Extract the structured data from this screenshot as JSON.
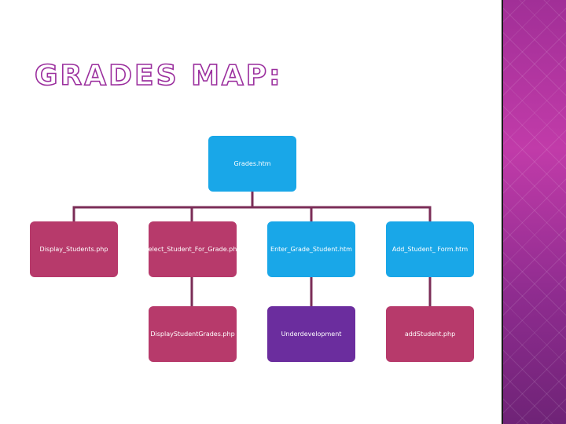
{
  "slide": {
    "title": "GRADES MAP:"
  },
  "diagram": {
    "root": {
      "label": "Grades.htm",
      "color": "#19a7e8"
    },
    "level1": [
      {
        "label": "Display_Students.php",
        "color": "#b73a6b"
      },
      {
        "label": "Select_Student_For_Grade.php",
        "color": "#b73a6b"
      },
      {
        "label": "Enter_Grade_Student.htm",
        "color": "#19a7e8"
      },
      {
        "label": "Add_Student_ Form.htm",
        "color": "#19a7e8"
      }
    ],
    "level2": [
      {
        "label": "DisplayStudentGrades.php",
        "color": "#b73a6b"
      },
      {
        "label": "Underdevelopment",
        "color": "#6b2d9e"
      },
      {
        "label": "addStudent.php",
        "color": "#b73a6b"
      }
    ],
    "connector_color": "#7b2d57"
  }
}
